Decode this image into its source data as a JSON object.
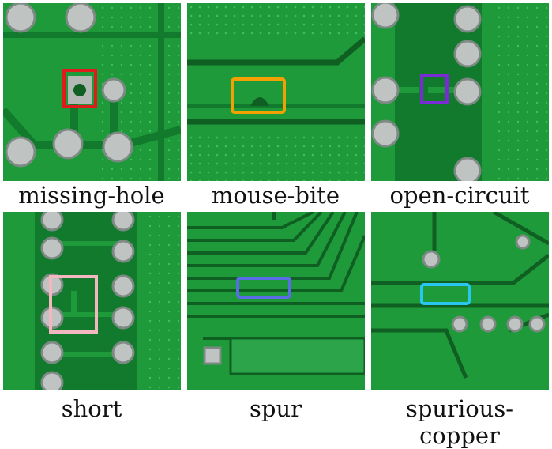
{
  "colors": {
    "board": "#1f9a3a",
    "board_dark": "#0f5f22",
    "trace": "#0d6b26",
    "pad": "#bfc4c2",
    "pad_edge": "#7d8a84",
    "dot": "#36b350"
  },
  "panels": [
    {
      "caption": "missing-hole",
      "box_color": "#e01b1b"
    },
    {
      "caption": "mouse-bite",
      "box_color": "#f2a100"
    },
    {
      "caption": "open-circuit",
      "box_color": "#7b2bd6"
    },
    {
      "caption": "short",
      "box_color": "#f3b8bf"
    },
    {
      "caption": "spur",
      "box_color": "#5a6ce8"
    },
    {
      "caption": "spurious-copper",
      "box_color": "#29c6f0"
    }
  ]
}
